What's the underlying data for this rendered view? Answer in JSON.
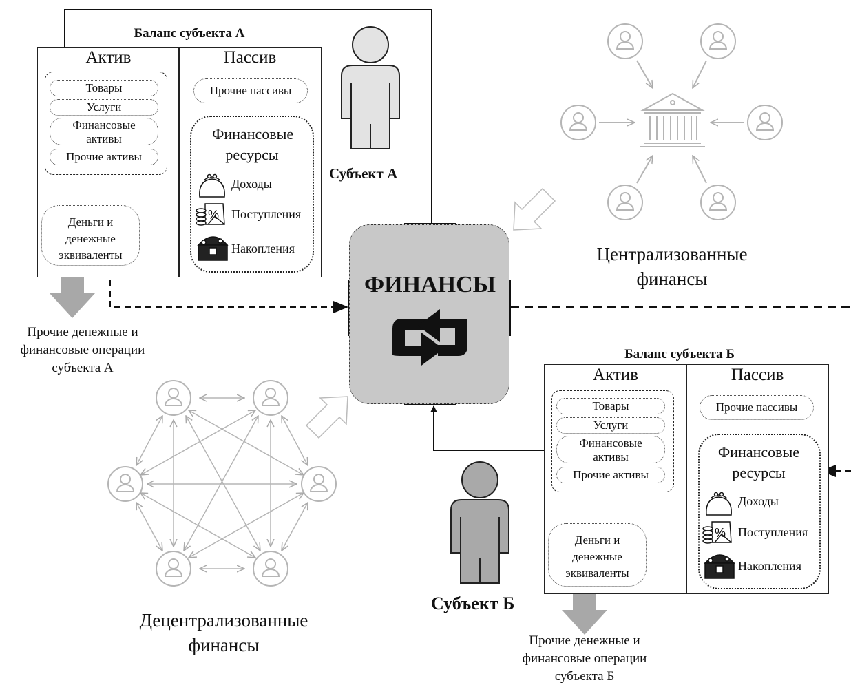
{
  "center": {
    "title": "ФИНАНСЫ"
  },
  "balance_a": {
    "title": "Баланс субъекта А",
    "active_header": "Актив",
    "passive_header": "Пассив",
    "assets": [
      "Товары",
      "Услуги",
      "Финансовые активы",
      "Прочие активы"
    ],
    "money": "Деньги и денежные эквиваленты",
    "other_liabilities": "Прочие пассивы",
    "fin_resources_title": "Финансовые ресурсы",
    "fin_resources": [
      "Доходы",
      "Поступления",
      "Накопления"
    ]
  },
  "balance_b": {
    "title": "Баланс субъекта Б",
    "active_header": "Актив",
    "passive_header": "Пассив",
    "assets": [
      "Товары",
      "Услуги",
      "Финансовые активы",
      "Прочие активы"
    ],
    "money": "Деньги и денежные эквиваленты",
    "other_liabilities": "Прочие пассивы",
    "fin_resources_title": "Финансовые ресурсы",
    "fin_resources": [
      "Доходы",
      "Поступления",
      "Накопления"
    ]
  },
  "subject_a": "Субъект А",
  "subject_b": "Субъект Б",
  "other_ops_a": [
    "Прочие денежные и",
    "финансовые операции",
    "субъекта А"
  ],
  "other_ops_b": [
    "Прочие денежные и",
    "финансовые операции",
    "субъекта Б"
  ],
  "centralized": [
    "Централизованные",
    "финансы"
  ],
  "decentralized": [
    "Децентрализованные",
    "финансы"
  ],
  "colors": {
    "center_fill": "#c8c8c8",
    "person_a": "#e3e3e3",
    "person_b": "#a9a9a9",
    "network": "#bdbdbd"
  }
}
